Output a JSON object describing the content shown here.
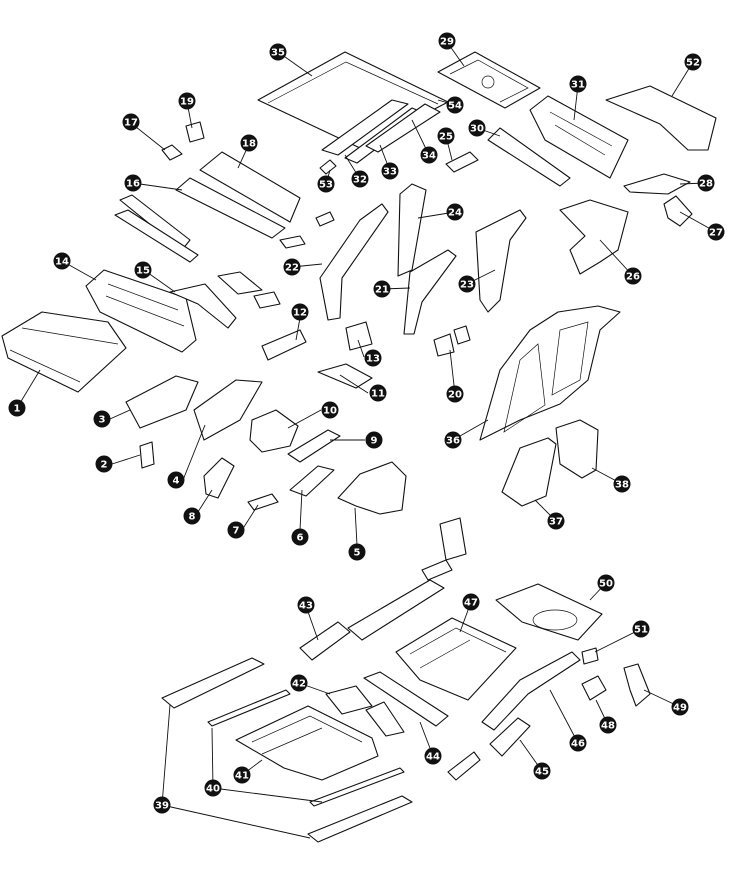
{
  "labels": {
    "c1": "1",
    "c2": "2",
    "c3": "3",
    "c4": "4",
    "c5": "5",
    "c6": "6",
    "c7": "7",
    "c8": "8",
    "c9": "9",
    "c10": "10",
    "c11": "11",
    "c12": "12",
    "c13": "13",
    "c14": "14",
    "c15": "15",
    "c16": "16",
    "c17": "17",
    "c18": "18",
    "c19": "19",
    "c20": "20",
    "c21": "21",
    "c22": "22",
    "c23": "23",
    "c24": "24",
    "c25": "25",
    "c26": "26",
    "c27": "27",
    "c28": "28",
    "c29": "29",
    "c30": "30",
    "c31": "31",
    "c32": "32",
    "c33": "33",
    "c34": "34",
    "c35": "35",
    "c36": "36",
    "c37": "37",
    "c38": "38",
    "c39": "39",
    "c40": "40",
    "c41": "41",
    "c42": "42",
    "c43": "43",
    "c44": "44",
    "c45": "45",
    "c46": "46",
    "c47": "47",
    "c48": "48",
    "c49": "49",
    "c50": "50",
    "c51": "51",
    "c52": "52",
    "c53": "53",
    "c54": "54"
  },
  "colors": {
    "ink": "#111111",
    "paper": "#ffffff"
  }
}
